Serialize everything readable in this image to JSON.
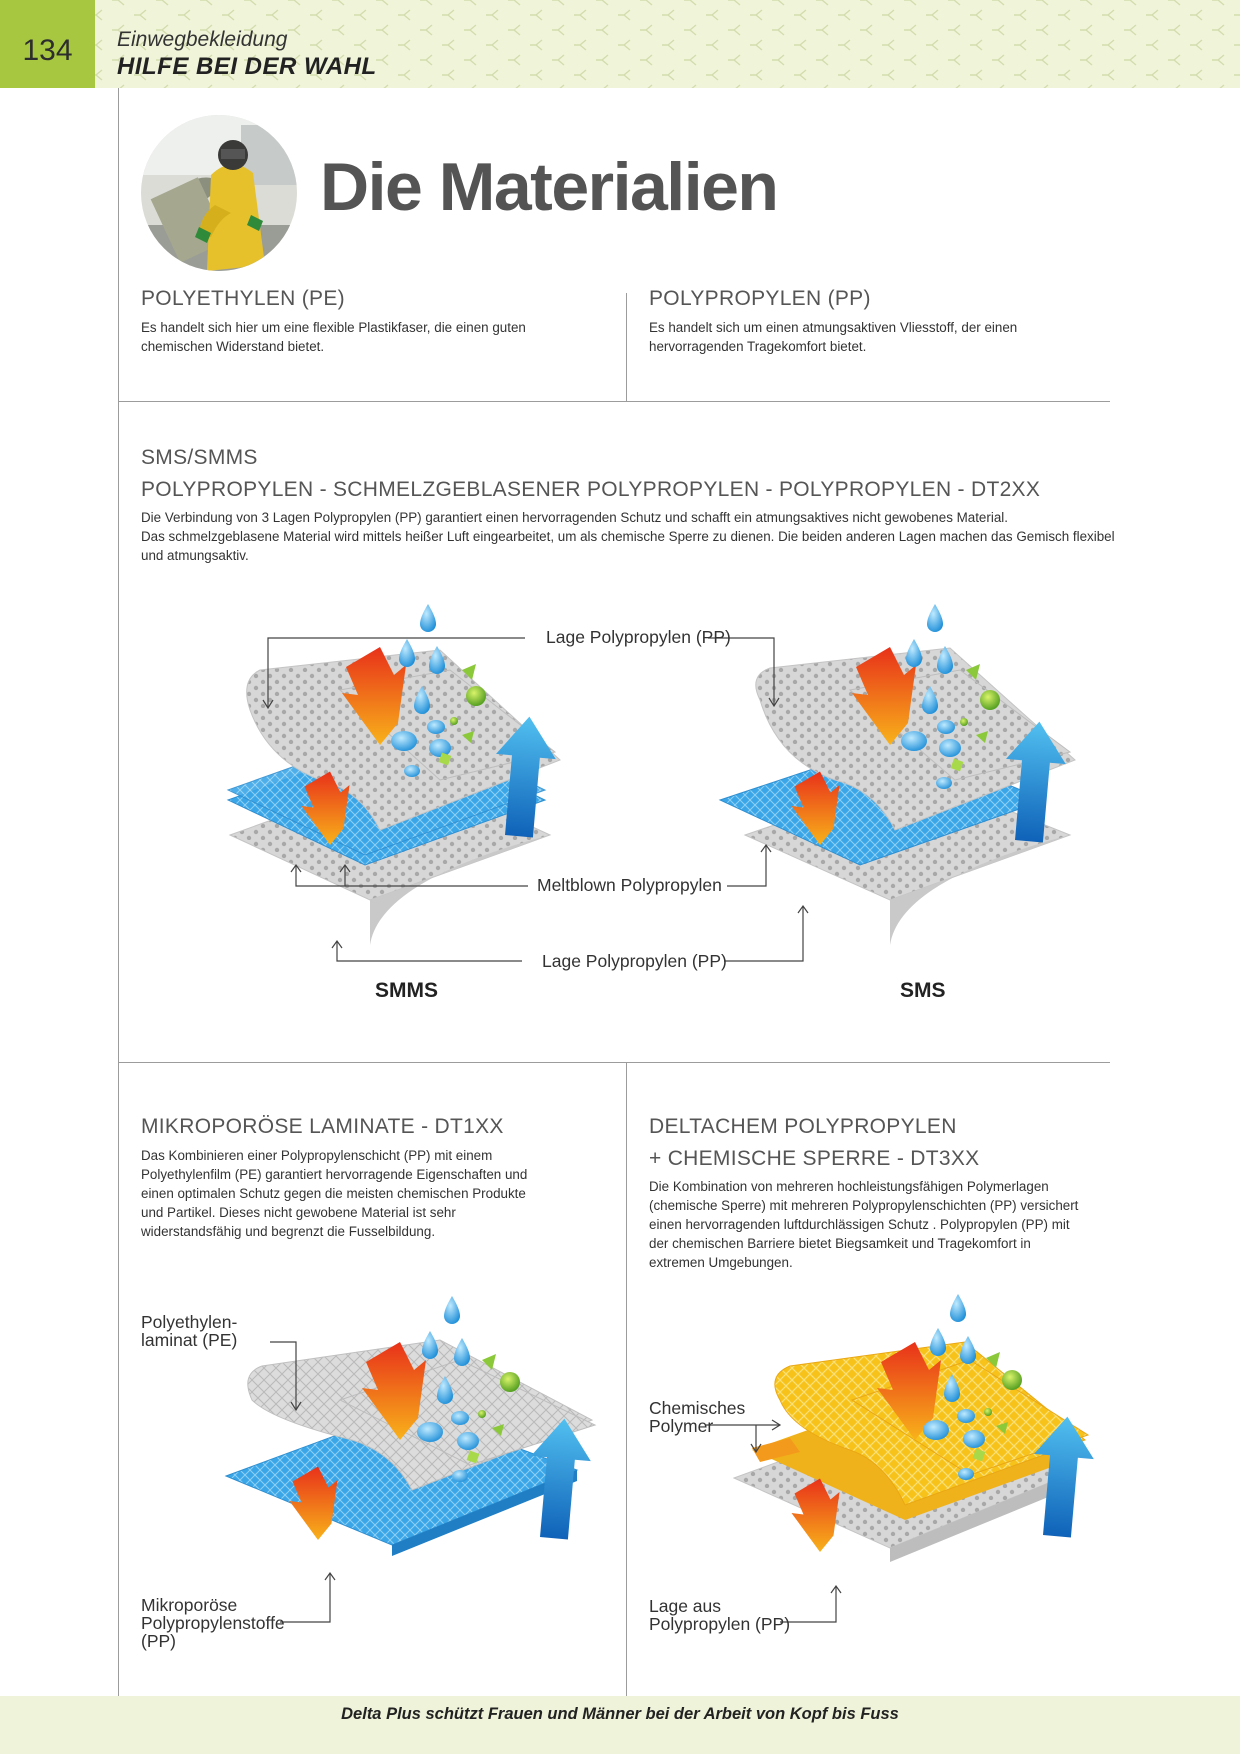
{
  "header": {
    "page_number": "134",
    "section_label": "Einwegbekleidung",
    "section_title": "HILFE BEI DER WAHL"
  },
  "page_title": "Die Materialien",
  "pe": {
    "heading": "POLYETHYLEN (PE)",
    "text": "Es handelt sich hier um eine flexible Plastikfaser, die einen guten chemischen Widerstand bietet."
  },
  "pp": {
    "heading": "POLYPROPYLEN (PP)",
    "text": "Es handelt sich um einen atmungsaktiven Vliesstoff, der einen hervorragenden Tragekomfort bietet."
  },
  "sms": {
    "heading_1": "SMS/SMMS",
    "heading_2": "POLYPROPYLEN - SCHMELZGEBLASENER POLYPROPYLEN - POLYPROPYLEN - DT2XX",
    "text_1": "Die Verbindung von 3 Lagen Polypropylen (PP) garantiert einen hervorragenden Schutz und schafft ein atmungsaktives nicht gewobenes Material.",
    "text_2": "Das schmelzgeblasene Material wird mittels heißer Luft eingearbeitet, um als chemische Sperre zu dienen. Die beiden anderen Lagen machen das Gemisch flexibel und atmungsaktiv.",
    "label_top": "Lage Polypropylen (PP)",
    "label_middle": "Meltblown Polypropylen",
    "label_bottom": "Lage Polypropylen (PP)",
    "caption_left": "SMMS",
    "caption_right": "SMS"
  },
  "laminate": {
    "heading": "MIKROPORÖSE LAMINATE - DT1XX",
    "text": "Das Kombinieren einer Polypropylenschicht (PP) mit einem Polyethylenfilm (PE) garantiert hervorragende Eigenschaften und einen optimalen Schutz gegen die meisten chemischen Produkte und Partikel. Dieses nicht gewobene Material ist sehr widerstandsfähig und begrenzt die Fusselbildung.",
    "label_top_1": "Polyethylen-",
    "label_top_2": "laminat (PE)",
    "label_bottom_1": "Mikroporöse",
    "label_bottom_2": "Polypropylenstoffe",
    "label_bottom_3": "(PP)"
  },
  "deltachem": {
    "heading_1": "DELTACHEM POLYPROPYLEN",
    "heading_2": "+ CHEMISCHE SPERRE - DT3XX",
    "text": "Die Kombination von mehreren hochleistungsfähigen Polymerlagen (chemische Sperre) mit mehreren Polypropylenschichten (PP) versichert einen hervorragenden luftdurchlässigen Schutz . Polypropylen (PP) mit der chemischen Barriere bietet Biegsamkeit und Tragekomfort in extremen Umgebungen.",
    "label_top_1": "Chemisches",
    "label_top_2": "Polymer",
    "label_bottom_1": "Lage aus",
    "label_bottom_2": "Polypropylen  (PP)"
  },
  "footer": {
    "text": "Delta Plus schützt Frauen und Männer bei der Arbeit von Kopf bis Fuss"
  },
  "colors": {
    "accent_green": "#a7c741",
    "header_bg": "#f0f4d9",
    "blue_layer": "#3aa6e8",
    "yellow_layer": "#f7c31b",
    "grey_layer": "#d9d9d9",
    "hot_arrow": "#ee4a1c",
    "cool_arrow": "#1e8fd8"
  }
}
